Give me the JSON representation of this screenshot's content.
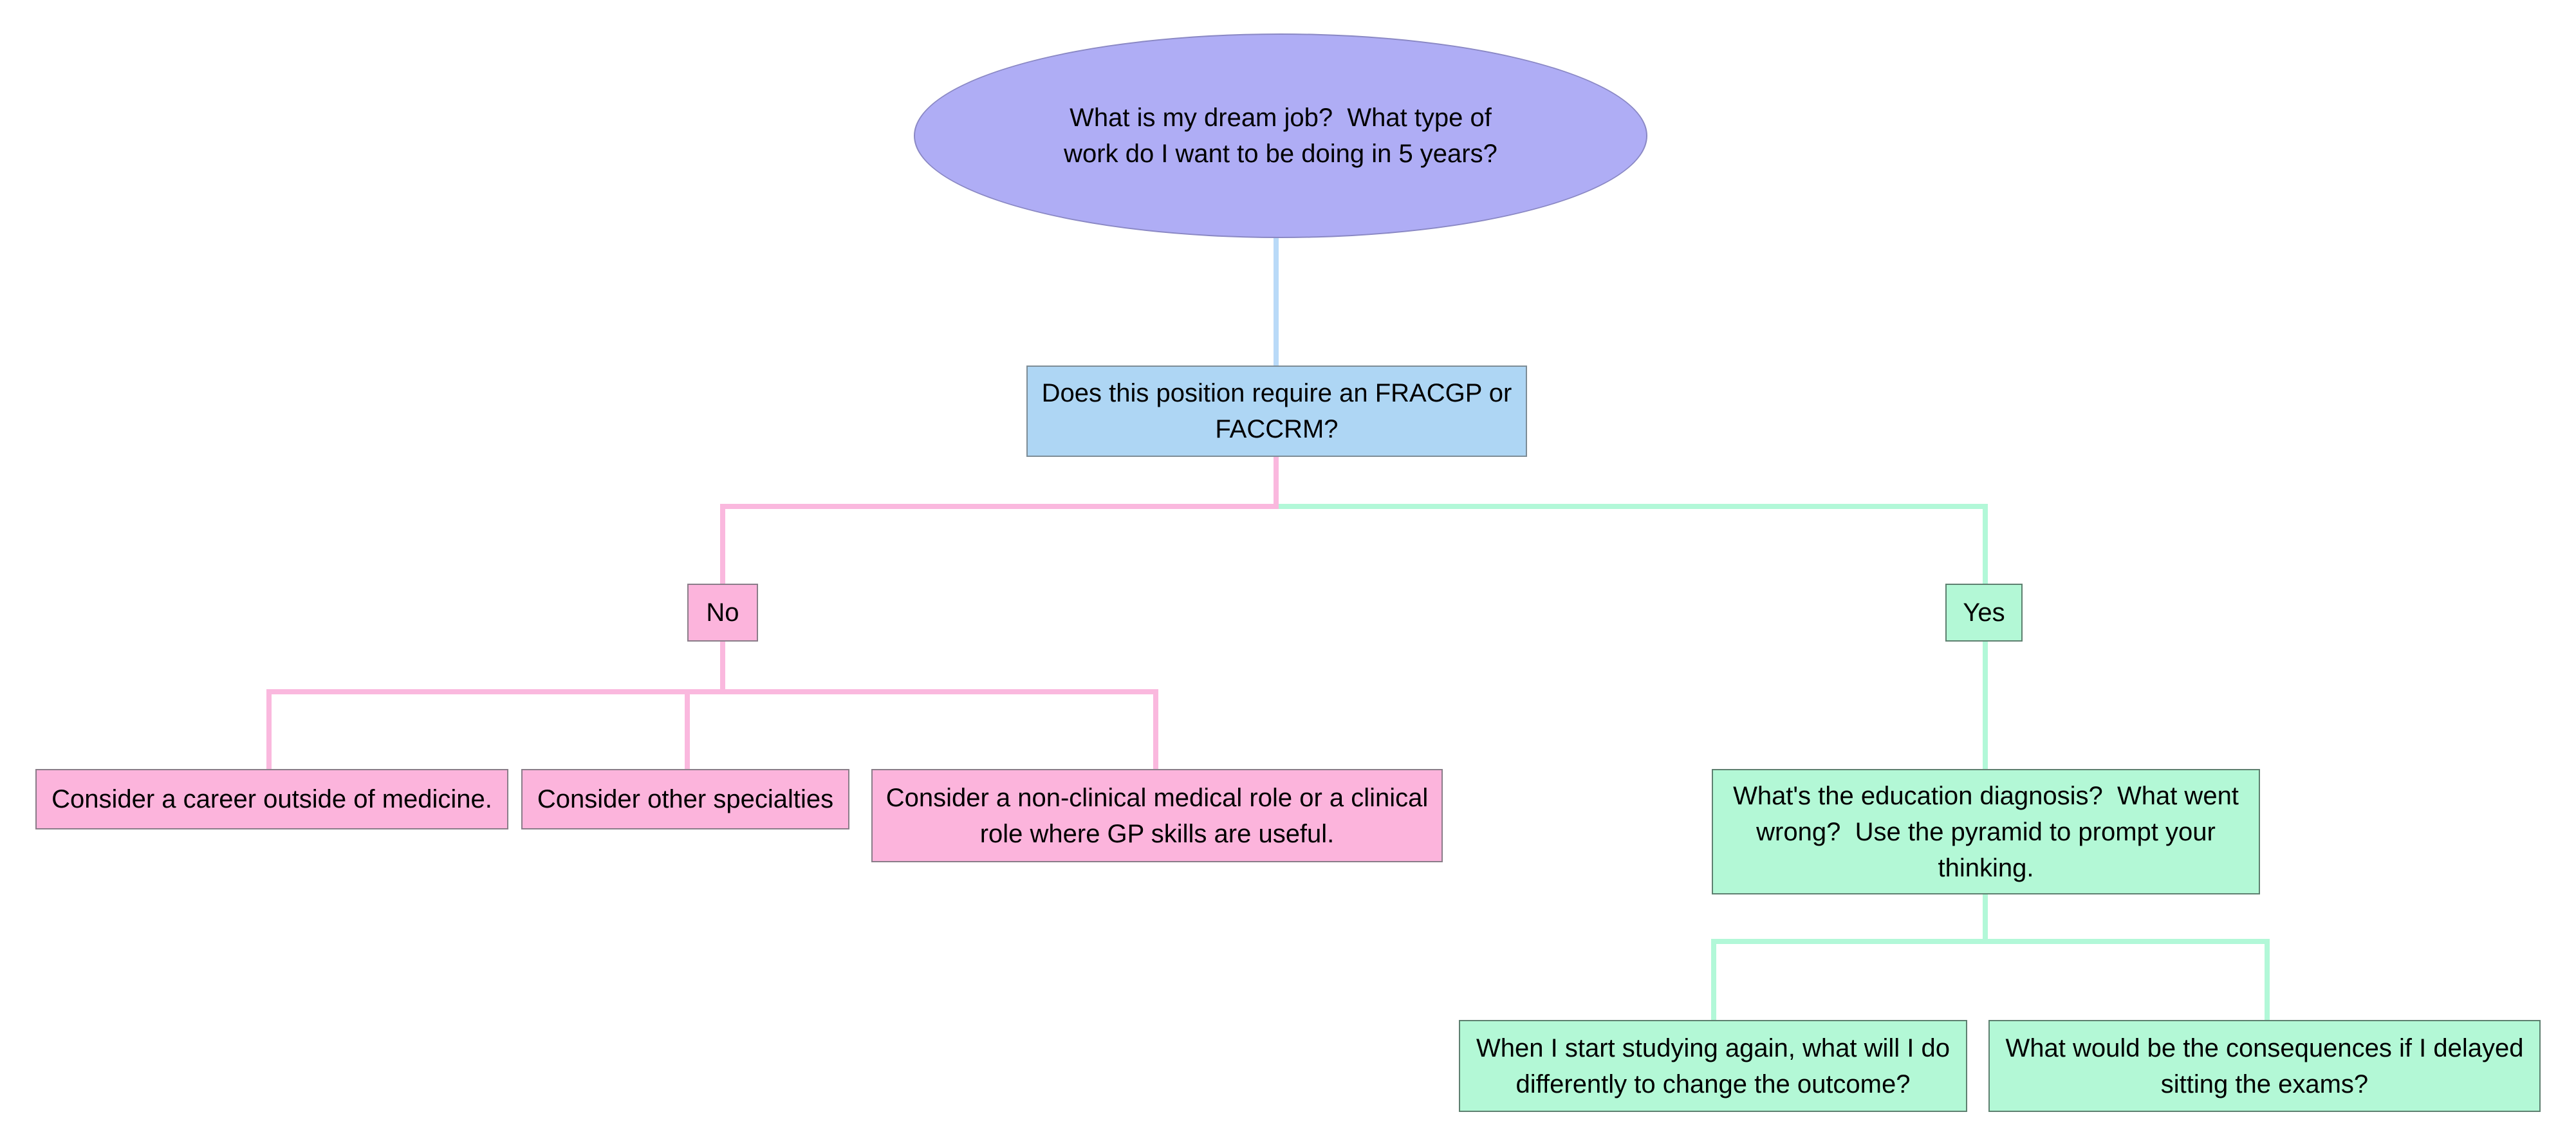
{
  "canvas": {
    "background": "#ffffff"
  },
  "colors": {
    "root_fill": "#afadf5",
    "root_border": "#8a88c4",
    "question_fill": "#aed6f4",
    "question_border": "#7d8c96",
    "pink_fill": "#fcb4dc",
    "pink_border": "#8a7d89",
    "green_fill": "#b3f8d6",
    "green_border": "#5e8070",
    "line_blue": "#b9daf8",
    "line_pink": "#fab8de",
    "line_green": "#b2f8d8"
  },
  "nodes": {
    "root": {
      "label": "What is my dream job?  What type of work do I want to be doing in 5 years?"
    },
    "question": {
      "label": "Does this position require an FRACGP or FACCRM?"
    },
    "no_branch": {
      "label": "No"
    },
    "yes_branch": {
      "label": "Yes"
    },
    "no_children": [
      {
        "label": "Consider a career outside of medicine."
      },
      {
        "label": "Consider other specialties"
      },
      {
        "label": "Consider a non-clinical medical role or a clinical role where GP skills are useful."
      }
    ],
    "yes_child": {
      "label": "What's the education diagnosis?  What went wrong?  Use the pyramid to prompt your thinking."
    },
    "yes_grandchildren": [
      {
        "label": "When I start studying again, what will I do differently to change the outcome?"
      },
      {
        "label": "What would be the consequences if I delayed sitting the exams?"
      }
    ]
  }
}
